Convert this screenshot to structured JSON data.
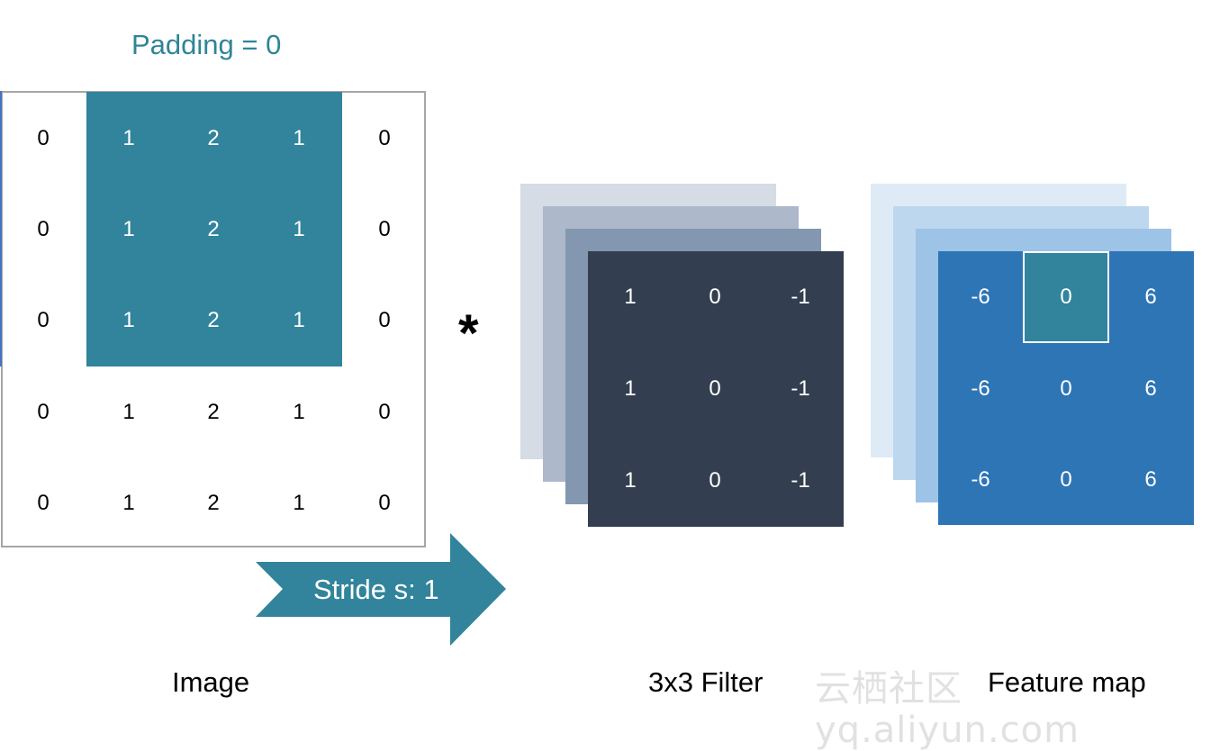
{
  "padding_title": "Padding  = 0",
  "image": {
    "label": "Image",
    "rows": [
      [
        "0",
        "1",
        "2",
        "1",
        "0"
      ],
      [
        "0",
        "1",
        "2",
        "1",
        "0"
      ],
      [
        "0",
        "1",
        "2",
        "1",
        "0"
      ],
      [
        "0",
        "1",
        "2",
        "1",
        "0"
      ],
      [
        "0",
        "1",
        "2",
        "1",
        "0"
      ]
    ]
  },
  "operator": "*",
  "filter": {
    "label": "3x3 Filter",
    "rows": [
      [
        "1",
        "0",
        "-1"
      ],
      [
        "1",
        "0",
        "-1"
      ],
      [
        "1",
        "0",
        "-1"
      ]
    ],
    "layer_colors": [
      "#d6dce5",
      "#adb9ca",
      "#8497b0",
      "#333f50"
    ]
  },
  "feature_map": {
    "label": "Feature map",
    "rows": [
      [
        "-6",
        "0",
        "6"
      ],
      [
        "-6",
        "0",
        "6"
      ],
      [
        "-6",
        "0",
        "6"
      ]
    ],
    "layer_colors": [
      "#deebf7",
      "#bdd7ee",
      "#9dc3e6",
      "#2e75b6"
    ]
  },
  "stride_label": "Stride s: 1",
  "colors": {
    "accent_teal": "#31849b",
    "title_teal": "#2f8597"
  },
  "watermark": "云栖社区 yq.aliyun.com"
}
